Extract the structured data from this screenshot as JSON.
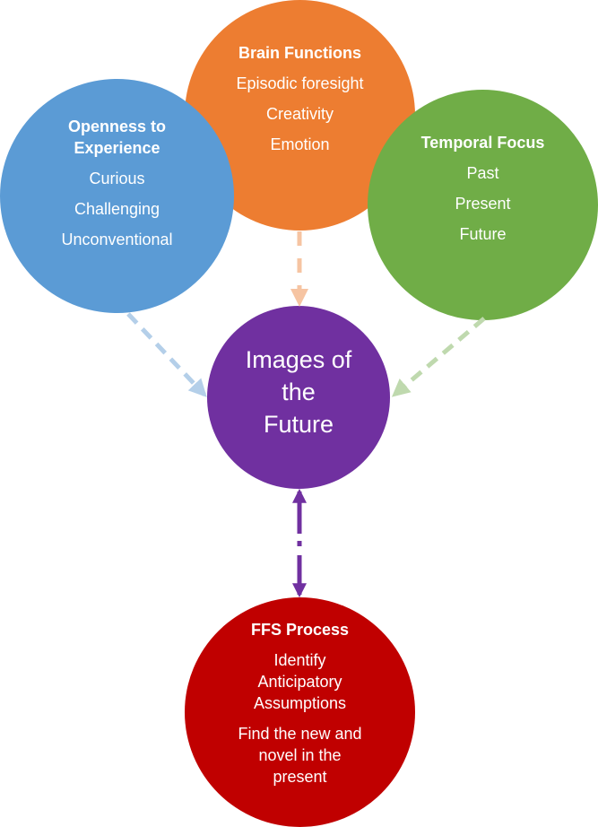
{
  "diagram": {
    "nodes": {
      "openness": {
        "title_line1": "Openness to",
        "title_line2": "Experience",
        "items": [
          "Curious",
          "Challenging",
          "Unconventional"
        ],
        "color": "#5b9bd5"
      },
      "brain": {
        "title": "Brain Functions",
        "items": [
          "Episodic foresight",
          "Creativity",
          "Emotion"
        ],
        "color": "#ed7d31"
      },
      "temporal": {
        "title": "Temporal Focus",
        "items": [
          "Past",
          "Present",
          "Future"
        ],
        "color": "#70ad47"
      },
      "images": {
        "lines": [
          "Images of",
          "the",
          "Future"
        ],
        "color": "#7030a0"
      },
      "ffs": {
        "title": "FFS Process",
        "item1_lines": [
          "Identify",
          "Anticipatory",
          "Assumptions"
        ],
        "item2_lines": [
          "Find the new and",
          "novel in the",
          "present"
        ],
        "color": "#c00000"
      }
    },
    "connectors": [
      {
        "from": "openness",
        "to": "images",
        "style": "dashed",
        "direction": "forward",
        "color": "#b4cfe9"
      },
      {
        "from": "brain",
        "to": "images",
        "style": "dashed",
        "direction": "forward",
        "color": "#f6c4a2"
      },
      {
        "from": "temporal",
        "to": "images",
        "style": "dashed",
        "direction": "forward",
        "color": "#bfd9ae"
      },
      {
        "from": "images",
        "to": "ffs",
        "style": "dash-dot",
        "direction": "both",
        "color": "#7030a0"
      }
    ]
  }
}
